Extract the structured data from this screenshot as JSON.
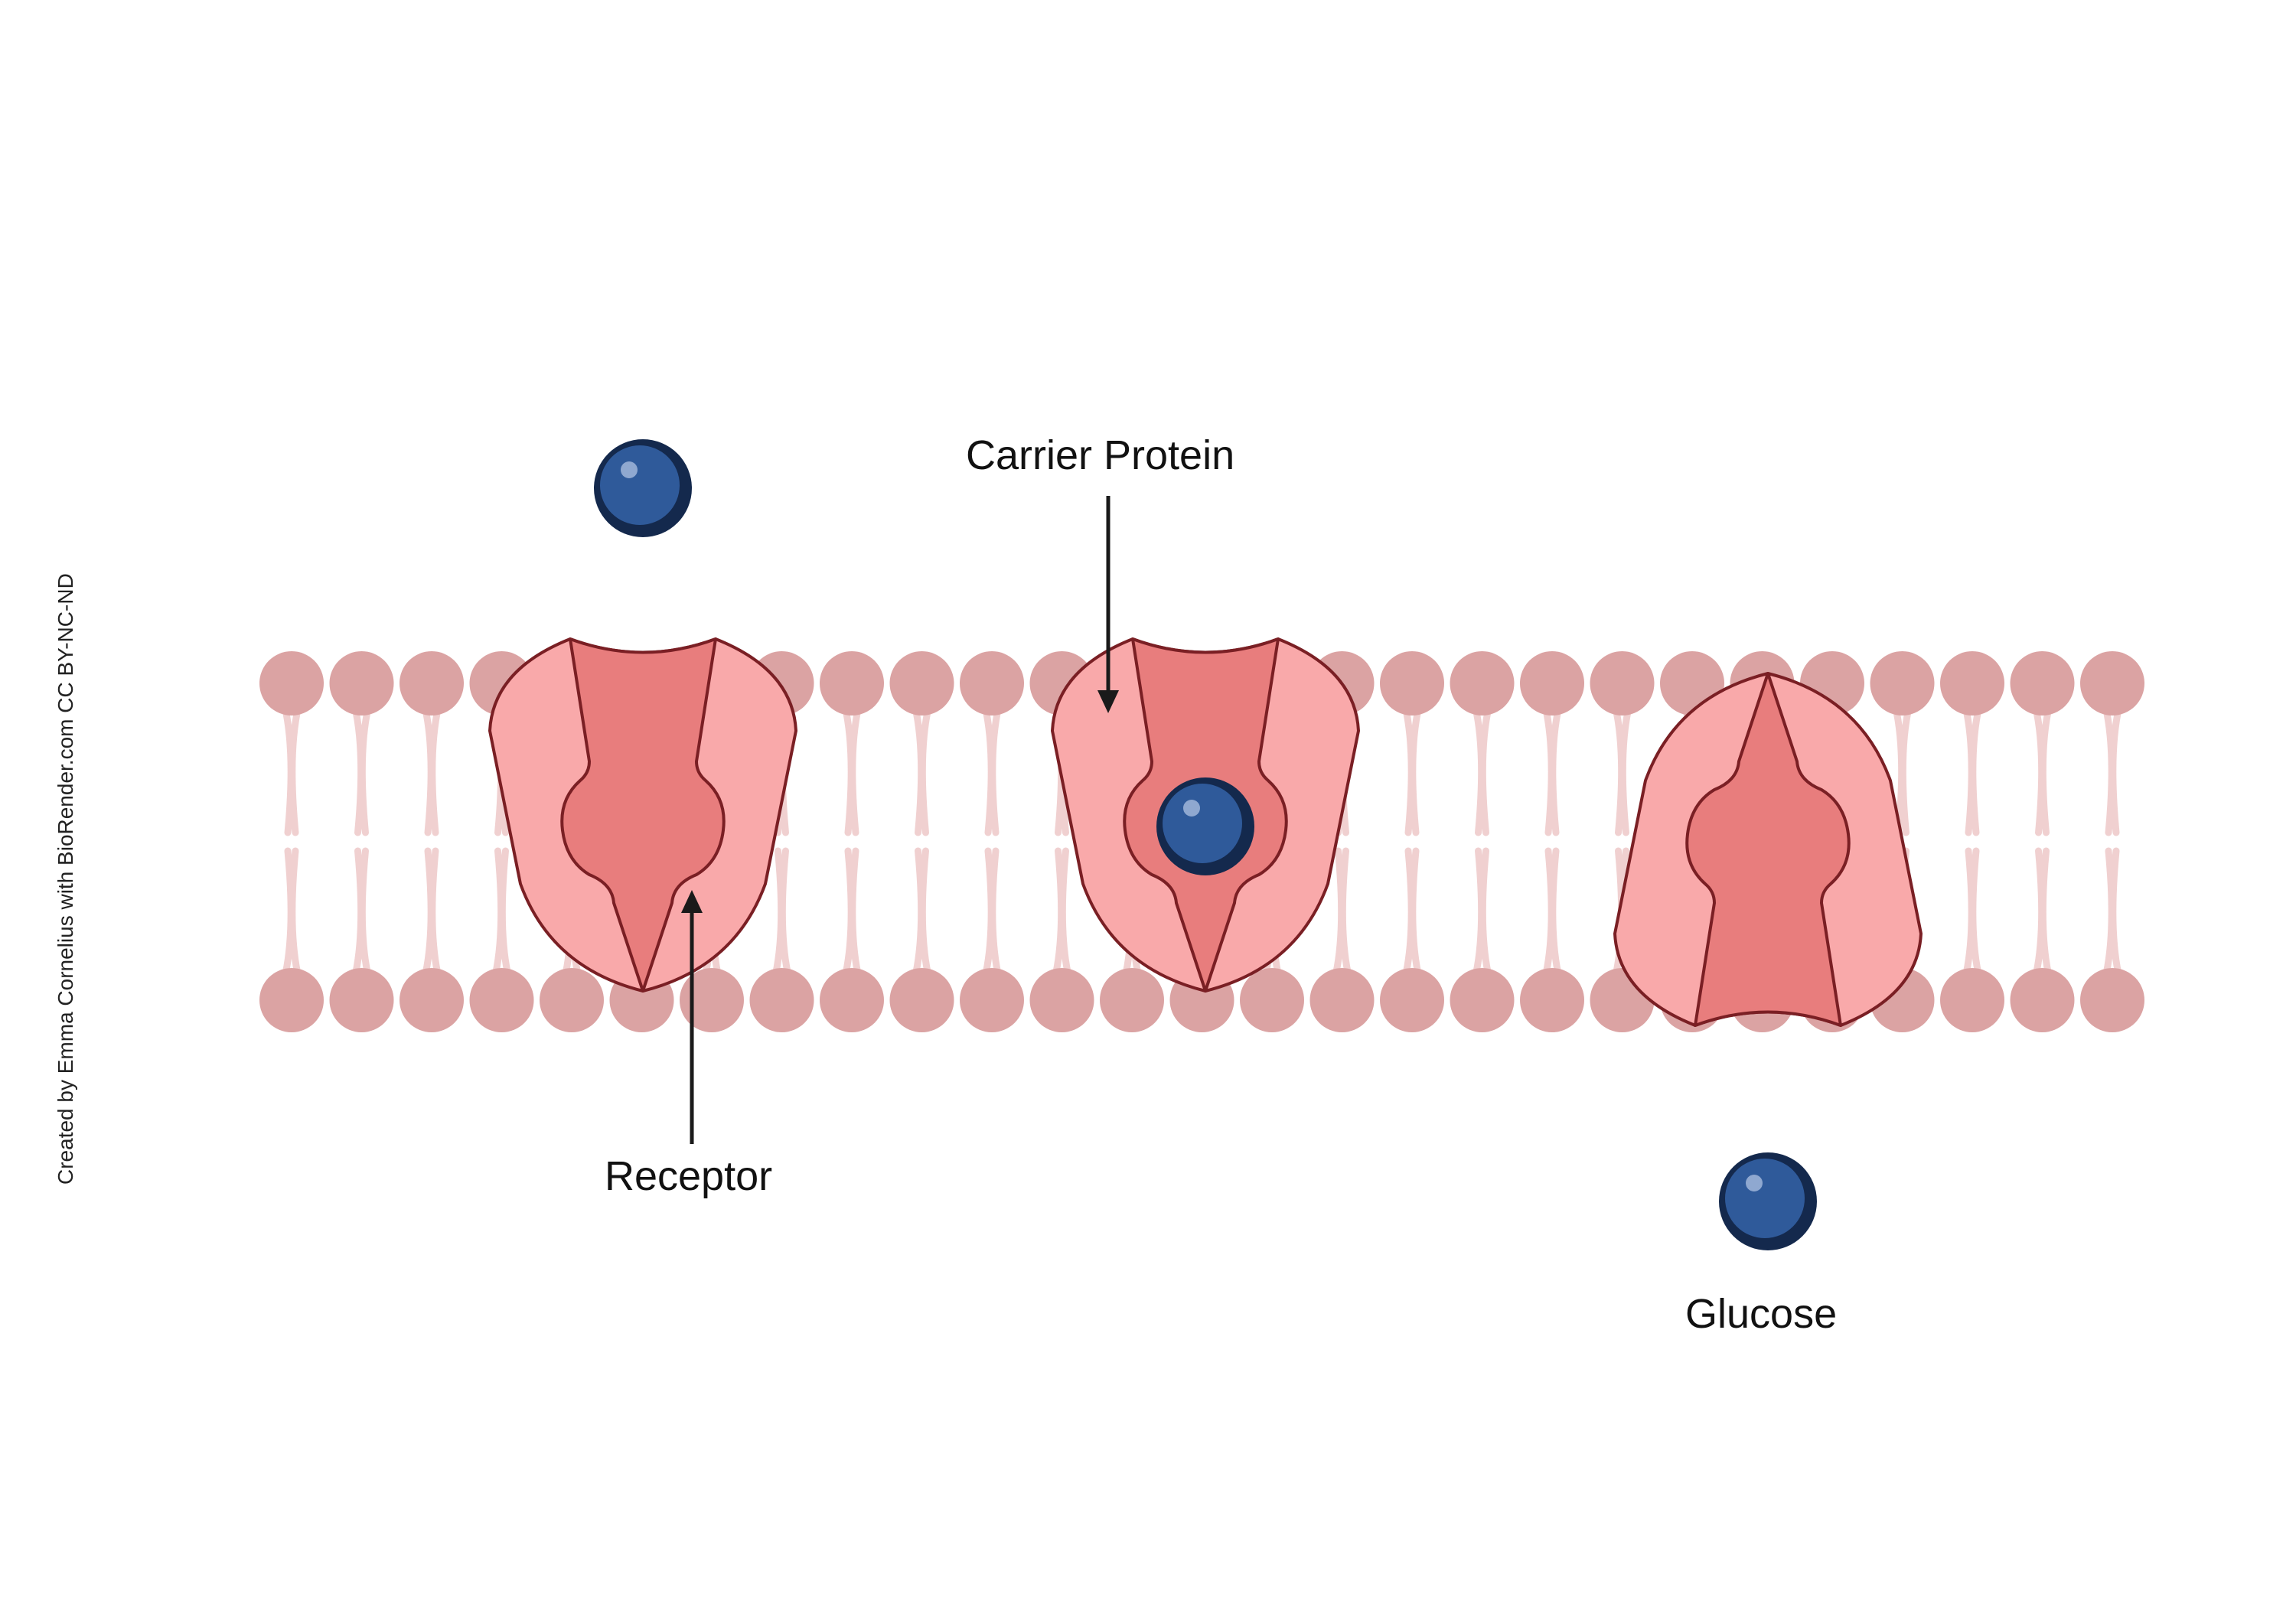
{
  "labels": {
    "carrier_protein": "Carrier Protein",
    "receptor": "Receptor",
    "glucose": "Glucose"
  },
  "credit": "Created by Emma Cornelius with BioRender.com CC BY-NC-ND",
  "colors": {
    "phospholipid_head": "#dba3a3",
    "phospholipid_tail": "#f0d0d0",
    "protein_outer": "#f9a9aa",
    "protein_inner": "#e87d7d",
    "protein_outline": "#7a1f24",
    "glucose_fill": "#2f5a9a",
    "glucose_outline": "#14294d",
    "glucose_highlight": "#8fa8d0",
    "arrow": "#1a1a1a"
  },
  "icons": {
    "glucose": "glucose-molecule-icon",
    "carrier": "carrier-protein-icon"
  }
}
